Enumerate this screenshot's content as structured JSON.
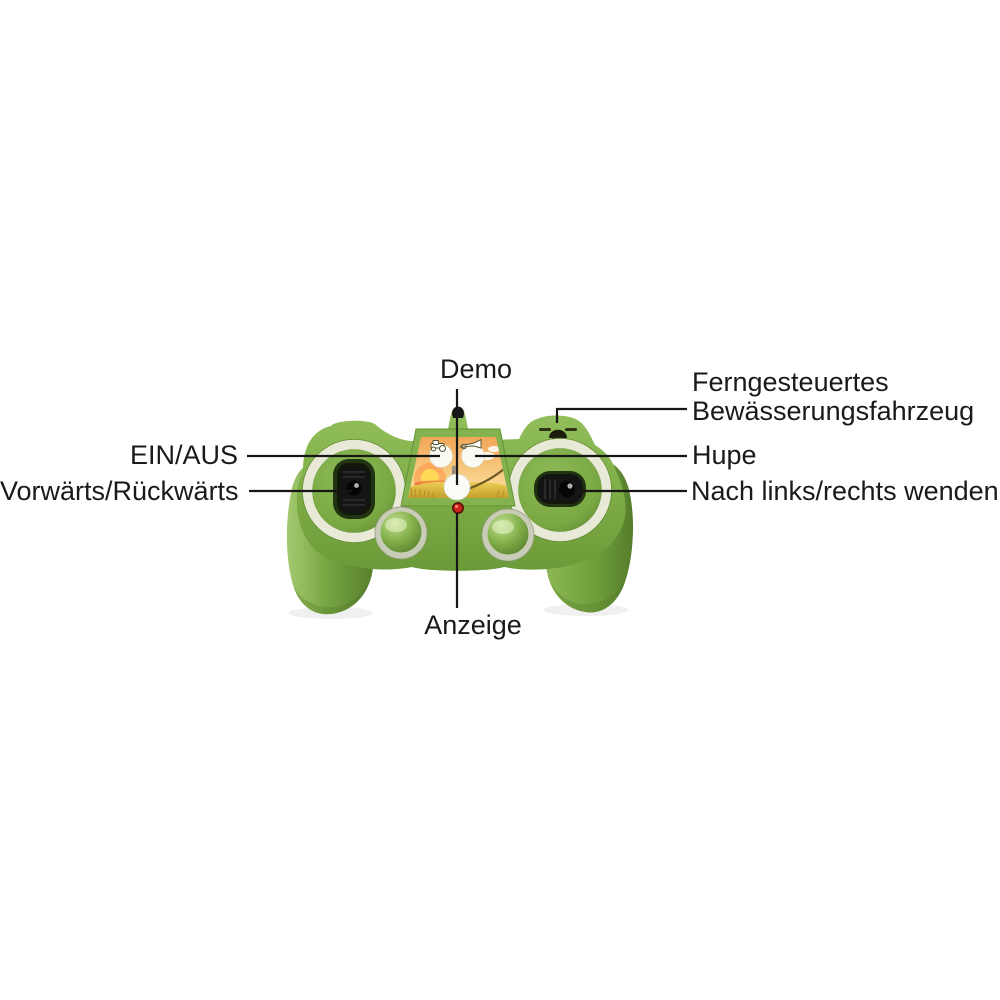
{
  "diagram": {
    "labels": {
      "demo": "Demo",
      "product_line1": "Ferngesteuertes",
      "product_line2": "Bewässerungsfahrzeug",
      "power": "EIN/AUS",
      "horn": "Hupe",
      "forward_backward": "Vorwärts/Rückwärts",
      "turn": "Nach links/rechts wenden",
      "display": "Anzeige"
    },
    "icons": {
      "tractor_icon": "tractor glyph above power button",
      "horn_icon": "horn glyph above horn button",
      "emblem": "dark tractor emblem on right shoulder",
      "antenna": "antenna stub with black tip"
    },
    "colors": {
      "background": "#ffffff",
      "body_green": "#7dac46",
      "body_green_light": "#97c35f",
      "body_green_dark": "#5e8a31",
      "ring_white": "#e9e9d8",
      "rocker_black": "#141414",
      "sticker_sky_orange": "#f5a85c",
      "sticker_field_yellow": "#e3ba3d",
      "button_white": "#fbfbf3",
      "led_red": "#cc2418",
      "callout_line": "#161616"
    }
  }
}
